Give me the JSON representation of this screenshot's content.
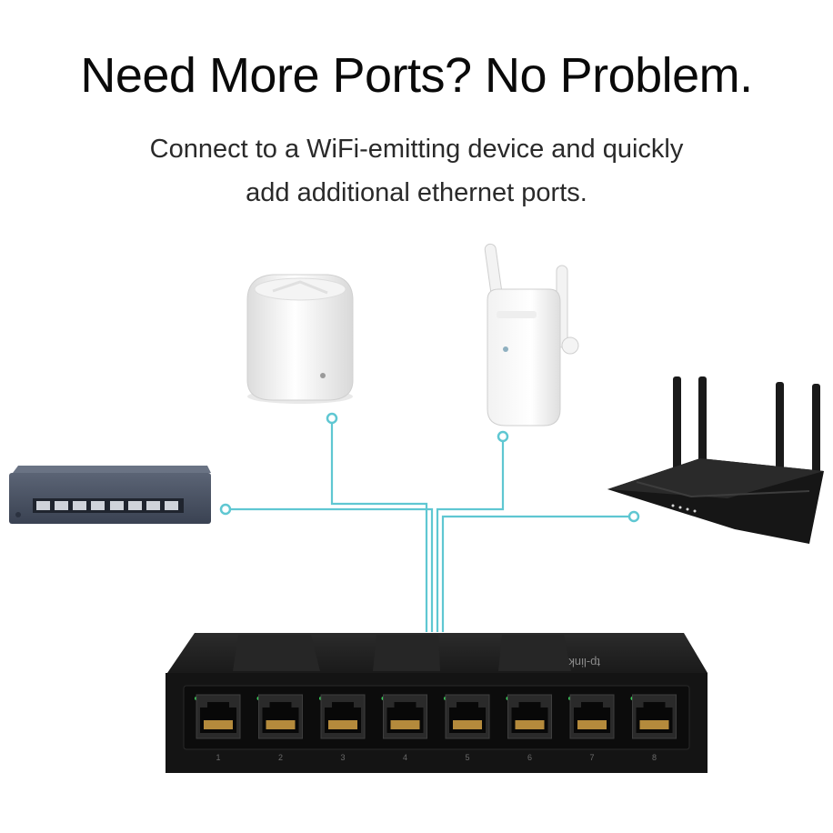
{
  "headline": "Need More Ports? No Problem.",
  "subtitle_line1": "Connect to a WiFi-emitting device and quickly",
  "subtitle_line2": "add additional ethernet ports.",
  "colors": {
    "connector": "#5fc7d2",
    "switch_body": "#1c1c1c",
    "port_gold": "#b48a3c",
    "led_green": "#39d05a"
  },
  "brand_text": "tp-link",
  "port_numbers": [
    "1",
    "2",
    "3",
    "4",
    "5",
    "6",
    "7",
    "8"
  ]
}
